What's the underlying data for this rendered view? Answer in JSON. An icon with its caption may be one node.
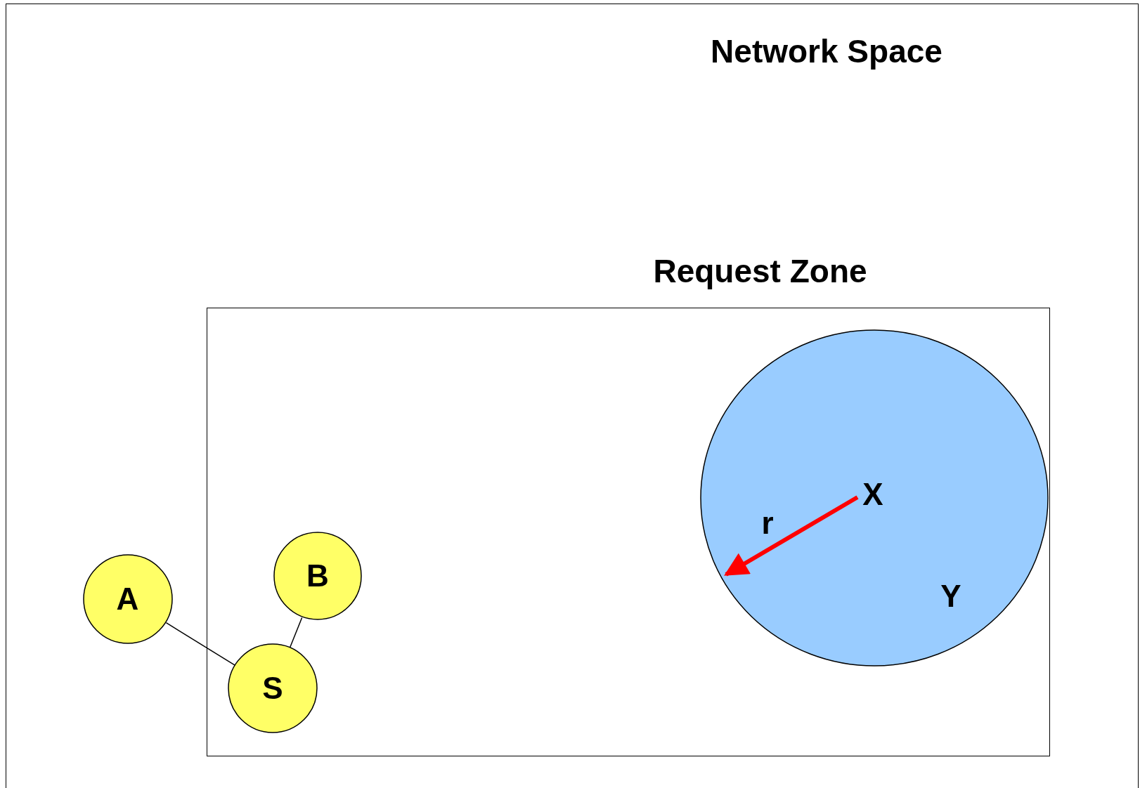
{
  "diagram": {
    "nodes": [
      {
        "text": [
          "Network Space"
        ]
      },
      {
        "text": [
          "Request Zone"
        ],
        "in": 0
      },
      {
        "text": [
          "X",
          "Y"
        ],
        "in": 1
      },
      {
        "text": [
          "B"
        ],
        "in": 1
      },
      {
        "text": [
          "A"
        ],
        "in": 0
      },
      {
        "text": [
          "S"
        ],
        "in": 1
      }
    ],
    "edges": [
      {
        "from": 4,
        "to": 5,
        "arrow": "none"
      },
      {
        "from": 5,
        "to": 3,
        "arrow": "none"
      }
    ],
    "labels": [
      "r"
    ]
  }
}
